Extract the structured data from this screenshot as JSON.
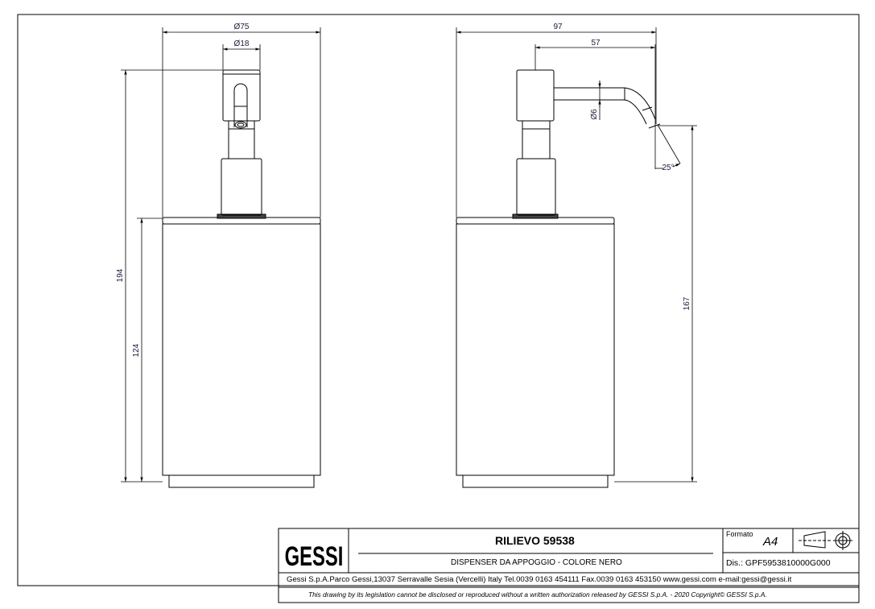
{
  "dimensions": {
    "front": {
      "outer_diameter": "Ø75",
      "pump_diameter": "Ø18",
      "total_height": "194",
      "body_height": "124"
    },
    "side": {
      "total_depth": "97",
      "spout_reach": "57",
      "spout_diameter": "Ø6",
      "spout_angle": "25°",
      "spout_height": "167"
    }
  },
  "title_block": {
    "logo": "GESSI",
    "title": "RILIEVO 59538",
    "subtitle": "DISPENSER DA APPOGGIO - COLORE NERO",
    "format_label": "Formato",
    "format_value": "A4",
    "drawing_number": "Dis.: GPF5953810000G000",
    "company_info": "Gessi S.p.A.Parco Gessi,13037 Serravalle Sesia (Vercelli) Italy Tel.0039 0163 454111 Fax.0039 0163 453150 www.gessi.com e-mail:gessi@gessi.it",
    "disclaimer": "This drawing by its legislation cannot be disclosed or reproduced without a written authorization released by GESSI S.p.A. - 2020 Copyright© GESSI S.p.A."
  }
}
